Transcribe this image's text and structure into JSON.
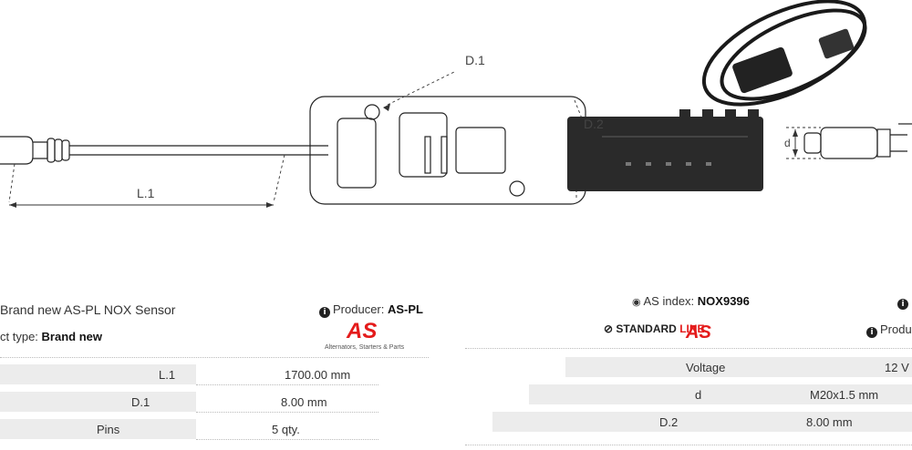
{
  "diagram": {
    "labels": {
      "d1": "D.1",
      "d2": "D.2",
      "l1": "L.1",
      "small_d": "d"
    }
  },
  "left_panel": {
    "title": "Brand new AS-PL NOX Sensor",
    "producer_label": "Producer:",
    "producer_value": "AS-PL",
    "product_type_label": "ct type:",
    "product_type_value": "Brand new",
    "logo_text": "AS",
    "logo_tagline": "Alternators, Starters & Parts",
    "specs": [
      {
        "name": "L.1",
        "value": "1700.00 mm"
      },
      {
        "name": "D.1",
        "value": "8.00 mm"
      },
      {
        "name": "Pins",
        "value": "5 qty."
      }
    ]
  },
  "right_panel": {
    "as_index_label": "AS index:",
    "as_index_value": "NOX9396",
    "standard_line_prefix": "STANDARD",
    "standard_line_suffix": "LINE",
    "producer_label": "Produ",
    "logo_text": "AS",
    "specs": [
      {
        "name": "Voltage",
        "value": "12 V"
      },
      {
        "name": "d",
        "value": "M20x1.5 mm"
      },
      {
        "name": "D.2",
        "value": "8.00 mm"
      }
    ]
  },
  "colors": {
    "brand_red": "#e41b1b",
    "row_bg": "#ececec",
    "line": "#222222"
  }
}
